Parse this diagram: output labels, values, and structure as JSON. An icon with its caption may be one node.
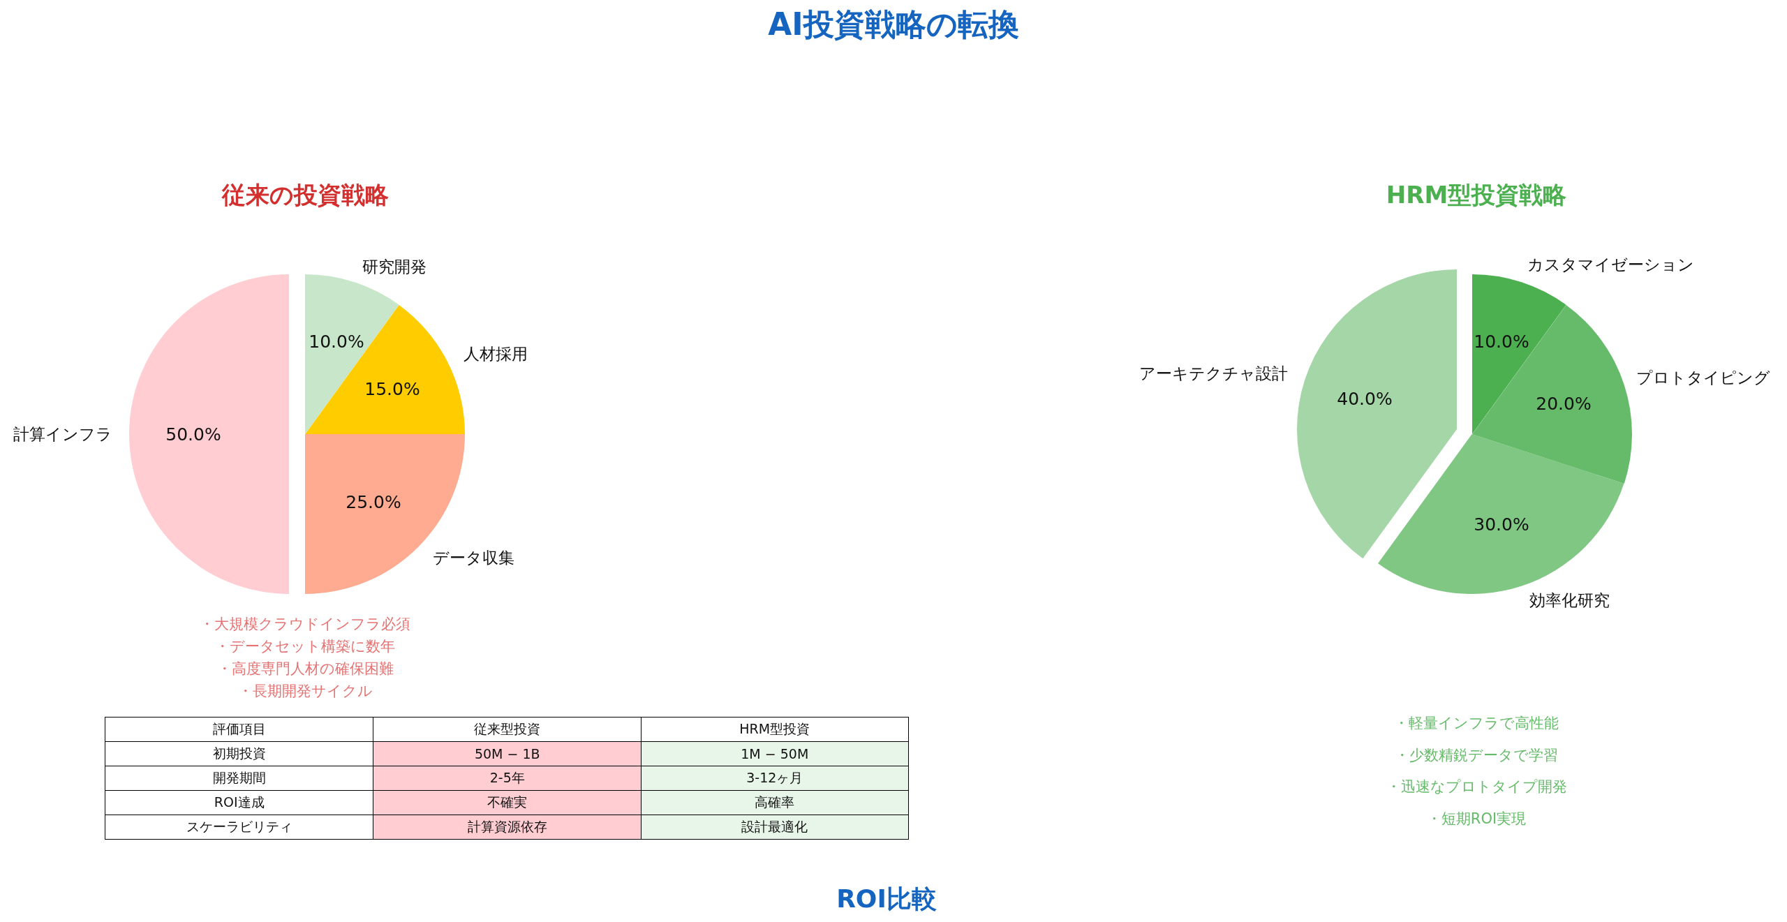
{
  "diagram": {
    "title": "AI投資戦略の転換",
    "nodes": [
      {
        "text": [
          "10.0%"
        ],
        "beside": [
          "研究開発"
        ]
      },
      {
        "text": [
          "15.0%"
        ],
        "beside": [
          "人材採用"
        ]
      },
      {
        "text": [
          "25.0%"
        ],
        "beside": [
          "データ収集"
        ]
      },
      {
        "text": [
          "50.0%"
        ],
        "beside": [
          "計算インフラ"
        ]
      },
      {
        "text": [
          "10.0%"
        ],
        "beside": [
          "カスタマイゼーション"
        ]
      },
      {
        "text": [
          "20.0%"
        ],
        "beside": [
          "プロトタイピング"
        ]
      },
      {
        "text": [
          "30.0%"
        ],
        "beside": [
          "効率化研究"
        ]
      },
      {
        "text": [
          "40.0%"
        ],
        "beside": [
          "アーキテクチャ設計"
        ]
      }
    ],
    "labels": [
      "従来の投資戦略",
      "HRM型投資戦略",
      "・大規模クラウドインフラ必須",
      "・データセット構築に数年",
      "・高度専門人材の確保困難",
      "・長期開発サイクル",
      "評価項目",
      "従来型投資",
      "HRM型投資",
      "初期投資",
      "50M − 1B",
      "1M − 50M",
      "開発期間",
      "2-5年",
      "3-12ヶ月",
      "ROI達成",
      "不確実",
      "高確率",
      "スケーラビリティ",
      "計算資源依存",
      "設計最適化",
      "・軽量インフラで高性能",
      "・少数精鋭データで学習",
      "・迅速なプロトタイプ開発",
      "・短期ROI実現",
      "ROI比較"
    ]
  }
}
